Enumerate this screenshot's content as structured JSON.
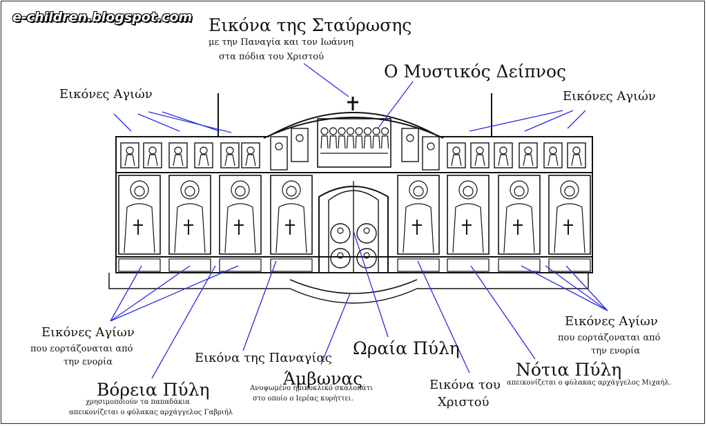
{
  "blog_name": "e-children.blogspot.com",
  "labels": {
    "crucifixion_title": "Εικόνα της Σταύρωσης",
    "crucifixion_sub1": "με την Παναγία και τον Ιωάννη",
    "crucifixion_sub2": "στα πόδια του Χριστού",
    "last_supper": "Ο Μυστικός Δείπνος",
    "saints_top_left": "Εικόνες Αγιών",
    "saints_top_right": "Εικόνες Αγιών",
    "saints_feast_left_title": "Εικόνες Αγίων",
    "saints_feast_left_sub1": "που εορτάζοναται από",
    "saints_feast_left_sub2": "την  ενορία",
    "saints_feast_right_title": "Εικόνες Αγίων",
    "saints_feast_right_sub1": "που εορτάζοναται από",
    "saints_feast_right_sub2": "την  ενορία",
    "north_gate_title": "Βόρεια Πύλη",
    "north_gate_sub1": "χρησιμοποιούν τα παπαδάκια",
    "north_gate_sub2": "απεικονίζεται ο φύλακας αρχάγγελος Γαβριήλ",
    "panagia_icon": "Εικόνα της Παναγίας",
    "ambo_title": "Άμβωνας",
    "ambo_sub1": "Ανυψωμένο ημικυκλικό σκαλοπάτι",
    "ambo_sub2": "στο οποίο ο Ιερέας κυρήττει.",
    "beautiful_gate": "Ωραία Πύλη",
    "christ_icon_1": "Εικόνα του",
    "christ_icon_2": "Χριστού",
    "south_gate_title": "Νότια Πύλη",
    "south_gate_sub": "απεικονίζεται ο φύλακας αρχάγγελος Μιχαήλ."
  },
  "colors": {
    "pointer_lines": "#2a2ae6",
    "drawing": "#111111"
  }
}
